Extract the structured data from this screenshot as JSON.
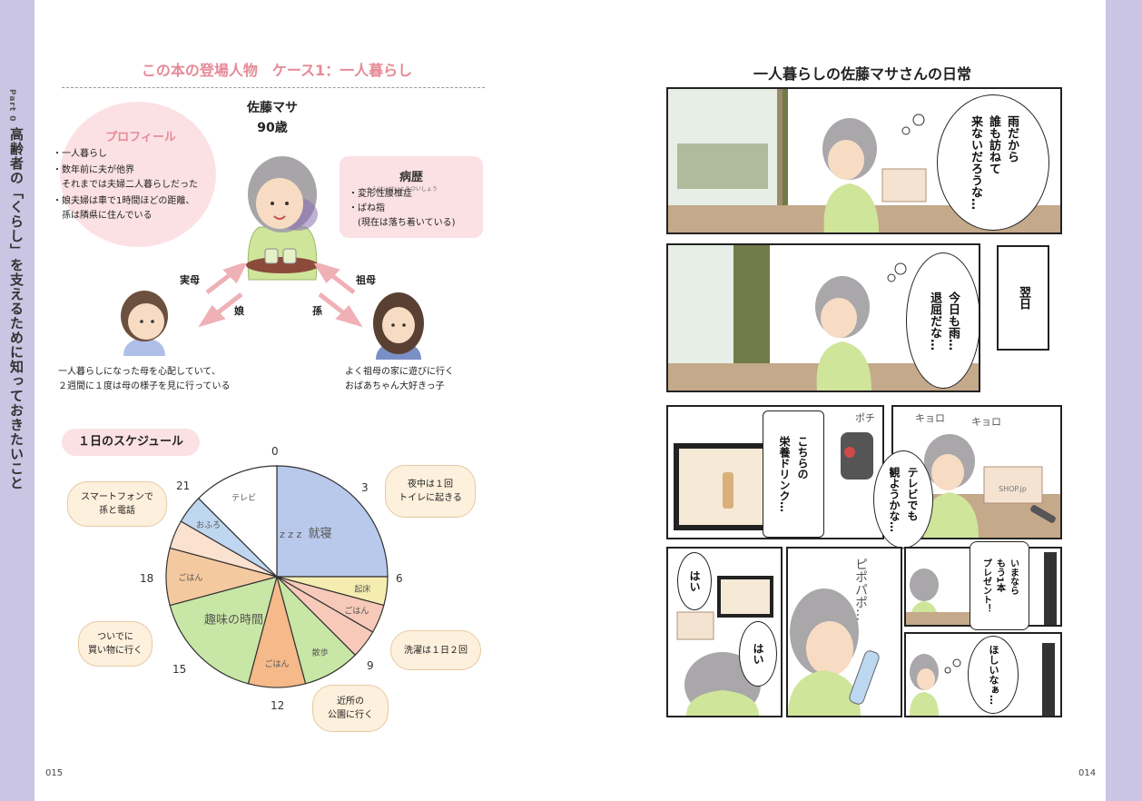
{
  "side": {
    "part_label": "Part 0",
    "vertical_title": "高齢者の「くらし」を支えるために知っておきたいこと",
    "page_left": "015",
    "page_right": "014"
  },
  "characters": {
    "section_title": "この本の登場人物　ケース1：一人暮らし",
    "main_name": "佐藤マサ",
    "main_age": "90歳",
    "profile": {
      "title": "プロフィール",
      "items": [
        "・一人暮らし",
        "・数年前に夫が他界",
        "　それまでは夫婦二人暮らしだった",
        "・娘夫婦は車で1時間ほどの距離、",
        "　孫は隣県に住んでいる"
      ]
    },
    "history": {
      "title": "病歴",
      "ruby": "へんけいせいようついしょう",
      "items": [
        "・変形性腰椎症",
        "・ばね指",
        "　(現在は落ち着いている)"
      ]
    },
    "relations": {
      "mother": "実母",
      "daughter": "娘",
      "grand": "孫",
      "grandmother": "祖母"
    },
    "daughter_desc": [
      "一人暮らしになった母を心配していて、",
      "２週間に１度は母の様子を見に行っている"
    ],
    "grandchild_desc": [
      "よく祖母の家に遊びに行く",
      "おばあちゃん大好きっ子"
    ]
  },
  "schedule": {
    "title": "１日のスケジュール",
    "hours": {
      "h0": "0",
      "h3": "3",
      "h6": "6",
      "h9": "9",
      "h12": "12",
      "h15": "15",
      "h18": "18",
      "h21": "21"
    },
    "segments": [
      {
        "label": "就寝",
        "start": 0,
        "end": 6,
        "color": "#b9c9ec"
      },
      {
        "label": "起床",
        "start": 6,
        "end": 7,
        "color": "#f5edb0"
      },
      {
        "label": "ごはん",
        "start": 7,
        "end": 8,
        "color": "#f6c9b8"
      },
      {
        "label": "",
        "start": 8,
        "end": 9,
        "color": "#f6c9b8"
      },
      {
        "label": "散歩",
        "start": 9,
        "end": 11,
        "color": "#c8e6a5"
      },
      {
        "label": "ごはん",
        "start": 11,
        "end": 13,
        "color": "#f5b98a"
      },
      {
        "label": "趣味の時間",
        "start": 13,
        "end": 17,
        "color": "#c8e6a5"
      },
      {
        "label": "ごはん",
        "start": 17,
        "end": 19,
        "color": "#f5c9a0"
      },
      {
        "label": "",
        "start": 19,
        "end": 20,
        "color": "#fbe1d0"
      },
      {
        "label": "おふろ",
        "start": 20,
        "end": 21,
        "color": "#bfd6f0"
      },
      {
        "label": "テレビ",
        "start": 21,
        "end": 24,
        "color": "#ffffff"
      }
    ],
    "zzz": "z z z",
    "bubbles": {
      "smartphone": [
        "スマートフォンで",
        "孫と電話"
      ],
      "night": [
        "夜中は１回",
        "トイレに起きる"
      ],
      "shopping": [
        "ついでに",
        "買い物に行く"
      ],
      "laundry": [
        "洗濯は１日２回"
      ],
      "park": [
        "近所の",
        "公園に行く"
      ]
    }
  },
  "manga": {
    "title": "一人暮らしの佐藤マサさんの日常",
    "p1": "雨だから\n誰も訪ねて\n来ないだろうな…",
    "p2": "今日も雨…\n退屈だな…",
    "p2_caption": "翌日",
    "p3_sfx": "ポチ",
    "p3": "こちらの\n栄養ドリンク…",
    "p4_sfx1": "キョロ",
    "p4_sfx2": "キョロ",
    "p4": "テレビでも\n観ようかな…",
    "p4_box": "SHOP.jp",
    "p5": "はい",
    "p6_sfx": "ピポパポ…",
    "p6": "はい",
    "p7": "いまなら\nもう1本\nプレゼント！",
    "p8": "ほしいなぁ…"
  }
}
